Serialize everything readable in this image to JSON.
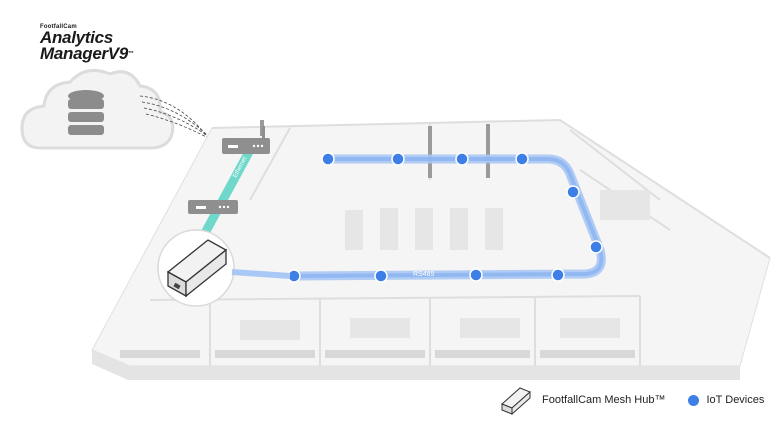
{
  "brand": {
    "small": "FootfallCam",
    "line1": "Analytics",
    "line2": "ManagerV9",
    "tm": "™"
  },
  "diagram": {
    "link_label_1": "Ethernet",
    "link_label_2": "RS485"
  },
  "legend": {
    "hub_label": "FootfallCam Mesh Hub™",
    "iot_label": "IoT Devices"
  },
  "colors": {
    "bus": "#3d7fe6",
    "bus_glow": "#a9c8f5",
    "ethernet": "#4fd1c0",
    "floor": "#ececec",
    "walls": "#dedede",
    "cloud": "#e3e3e3",
    "db": "#8a8a8a"
  }
}
